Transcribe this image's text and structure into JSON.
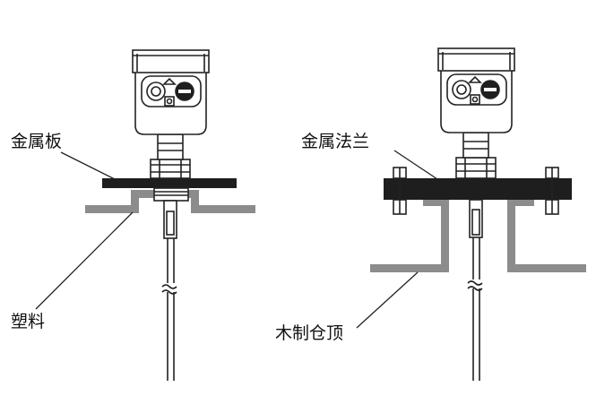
{
  "labels": {
    "left_plate": "金属板",
    "left_plastic": "塑料",
    "right_flange": "金属法兰",
    "right_roof": "木制仓顶"
  },
  "colors": {
    "metal": "#1e1e1e",
    "roof": "#8c8c8c",
    "line": "#222222",
    "body": "#ffffff"
  },
  "icons": [
    "indicator-lamp-icon",
    "minus-button-icon",
    "nut-icon"
  ]
}
